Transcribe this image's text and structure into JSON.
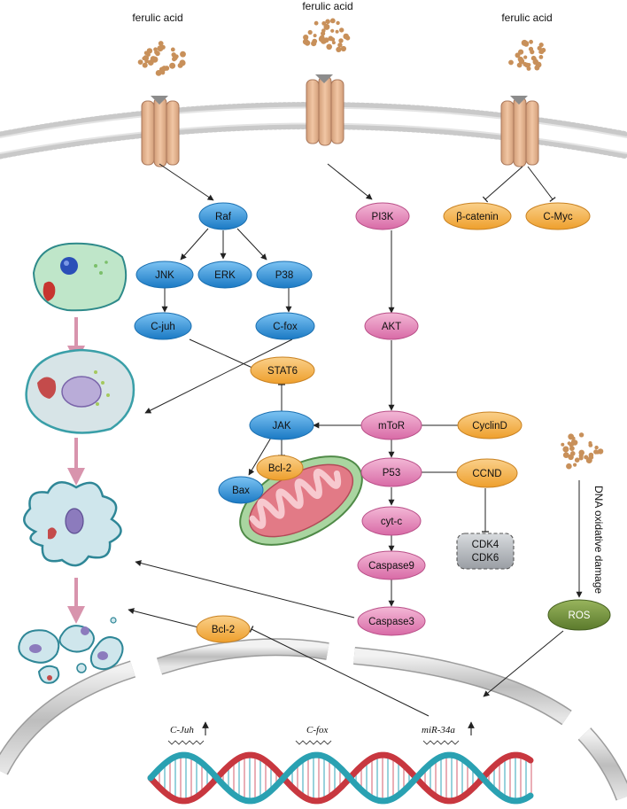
{
  "ligand_labels": [
    "ferulic acid",
    "ferulic acid",
    "ferulic acid"
  ],
  "nodes": {
    "raf": "Raf",
    "jnk": "JNK",
    "erk": "ERK",
    "p38": "P38",
    "cjuh": "C-juh",
    "cfox": "C-fox",
    "stat6": "STAT6",
    "jak": "JAK",
    "bcl2_inner": "Bcl-2",
    "bax": "Bax",
    "pi3k": "PI3K",
    "akt": "AKT",
    "mtor": "mToR",
    "p53": "P53",
    "cytc": "cyt-c",
    "caspase9": "Caspase9",
    "caspase3": "Caspase3",
    "beta_catenin": "β-catenin",
    "cmyc": "C-Myc",
    "cyclind": "CyclinD",
    "ccnd": "CCND",
    "cdk4": "CDK4",
    "cdk6": "CDK6",
    "ros": "ROS",
    "bcl2_outer": "Bcl-2"
  },
  "side_label": "DNA oxidative damage",
  "genes": {
    "cjuh": "C-Juh",
    "cfox": "C-fox",
    "mir34a": "miR-34a"
  },
  "colors": {
    "blue_node": "#2f8fd6",
    "pink_node": "#e07fb4",
    "orange_node": "#f3b24a",
    "green_node": "#6f8f3a",
    "gray_node": "#a9adb3",
    "receptor": "#e7b592",
    "particle": "#c8905a",
    "membrane": "#c9c9c9",
    "dna_red": "#c8373f",
    "dna_blue": "#2aa1b2",
    "arrow_pink": "#d894ad"
  }
}
